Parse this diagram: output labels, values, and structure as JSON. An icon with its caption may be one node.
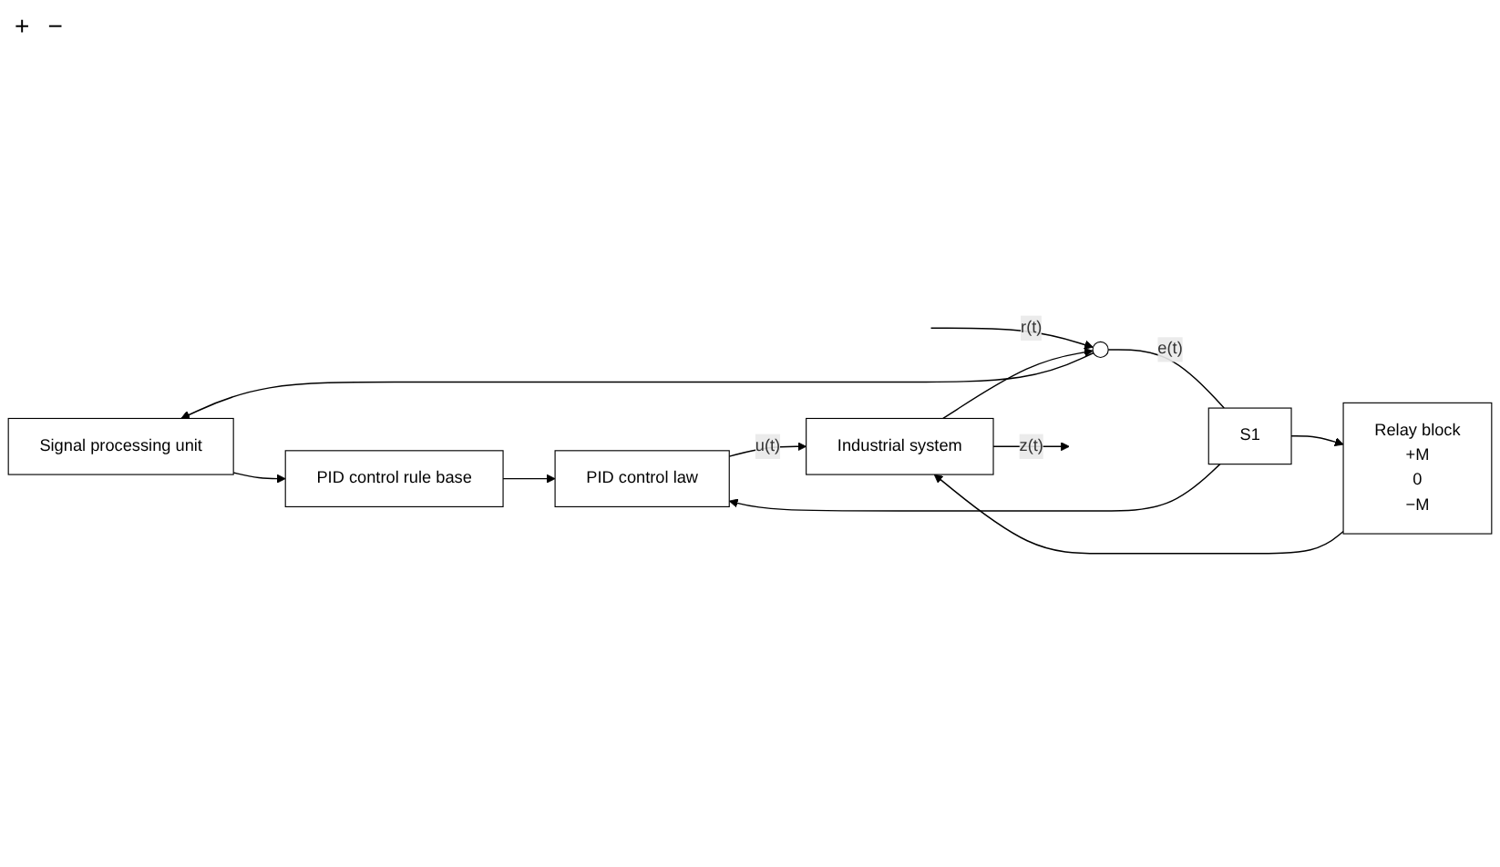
{
  "diagram": {
    "nodes": [
      {
        "text": [
          "Signal processing unit"
        ]
      },
      {
        "text": [
          "PID control rule base"
        ]
      },
      {
        "text": [
          "PID control law"
        ]
      },
      {
        "text": [
          "Relay block",
          "+M",
          "0",
          "−M"
        ]
      },
      {
        "text": [
          "Industrial system"
        ]
      },
      {
        "text": [],
        "shape": "circle"
      },
      {
        "text": [
          "S1"
        ]
      }
    ],
    "edges": [
      {
        "from": null,
        "to": 5,
        "arrow": "to",
        "label": "r(t)"
      },
      {
        "from": 5,
        "to": 6,
        "arrow": "none",
        "label": "e(t)"
      },
      {
        "from": 5,
        "to": 0,
        "arrow": "to"
      },
      {
        "from": 0,
        "to": 1,
        "arrow": "to"
      },
      {
        "from": 1,
        "to": 2,
        "arrow": "to"
      },
      {
        "from": 6,
        "to": 2,
        "arrow": "to"
      },
      {
        "from": 6,
        "to": 3,
        "arrow": "to"
      },
      {
        "from": 2,
        "to": 4,
        "arrow": "to",
        "label": "u(t)"
      },
      {
        "from": 3,
        "to": 4,
        "arrow": "to"
      },
      {
        "from": 4,
        "to": null,
        "arrow": "to",
        "label": "z(t)"
      },
      {
        "from": 4,
        "to": 5,
        "arrow": "to"
      }
    ],
    "labels": [
      "+",
      "−"
    ]
  }
}
